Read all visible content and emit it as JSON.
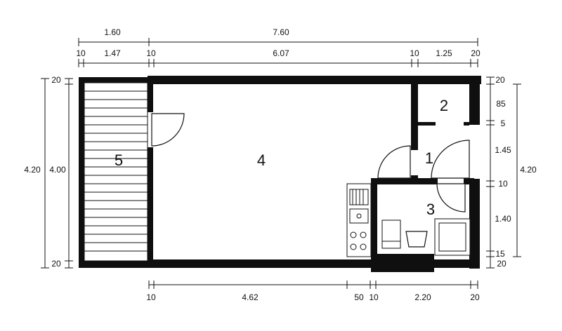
{
  "dimensions": {
    "top_outer": {
      "left": "1.60",
      "right": "7.60"
    },
    "top_inner": {
      "d1": "10",
      "d2": "1.47",
      "d3": "10",
      "d4": "6.07",
      "d5": "10",
      "d6": "1.25",
      "d7": "20"
    },
    "left": {
      "outer": "4.20",
      "inner": "4.00",
      "top": "20",
      "bottom": "20"
    },
    "right": {
      "d1": "20",
      "d2": "85",
      "d3": "5",
      "d4": "1.45",
      "d5": "10",
      "d6": "1.40",
      "d7": "15",
      "d8": "20",
      "overall": "4.20"
    },
    "bottom": {
      "d1": "10",
      "d2": "4.62",
      "d3": "50",
      "d4": "10",
      "d5": "2.20",
      "d6": "20"
    }
  },
  "rooms": {
    "r1": "1",
    "r2": "2",
    "r3": "3",
    "r4": "4",
    "r5": "5"
  }
}
